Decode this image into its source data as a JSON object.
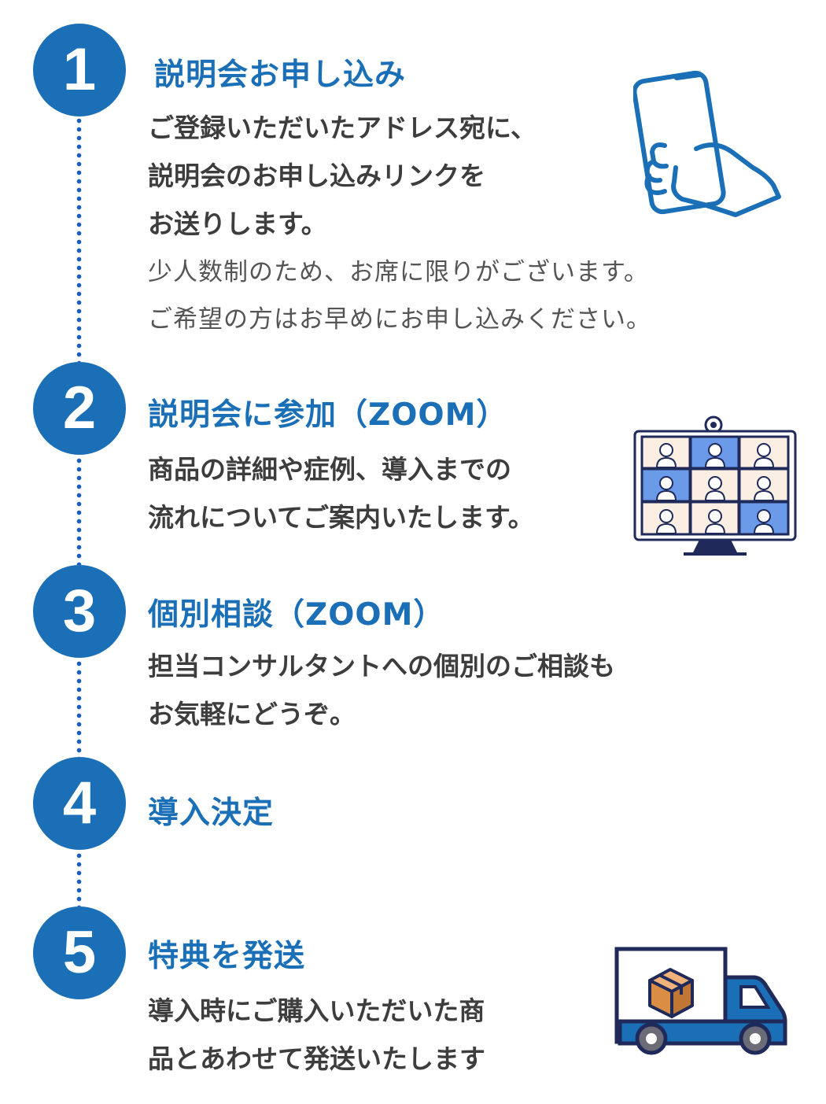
{
  "steps": [
    {
      "number": "1",
      "title": "説明会お申し込み",
      "description": "ご登録いただいたアドレス宛に、\n説明会のお申し込みリンクを\nお送りします。",
      "note": "少人数制のため、お席に限りがございます。\nご希望の方はお早めにお申し込みください。",
      "icon": "hand-holding-smartphone-icon"
    },
    {
      "number": "2",
      "title": "説明会に参加（ZOOM）",
      "description": "商品の詳細や症例、導入までの\n流れについてご案内いたします。",
      "icon": "video-conference-monitor-icon"
    },
    {
      "number": "3",
      "title": "個別相談（ZOOM）",
      "description": "担当コンサルタントへの個別のご相談も\nお気軽にどうぞ。"
    },
    {
      "number": "4",
      "title": "導入決定"
    },
    {
      "number": "5",
      "title": "特典を発送",
      "description": "導入時にご購入いただいた商\n品とあわせて発送いたします",
      "icon": "delivery-truck-icon"
    }
  ],
  "colors": {
    "accent": "#1a6fb6",
    "text": "#3d3d3d",
    "dots": "#1b5fc0",
    "navy": "#1f2a5a",
    "box": "#d98d45"
  }
}
